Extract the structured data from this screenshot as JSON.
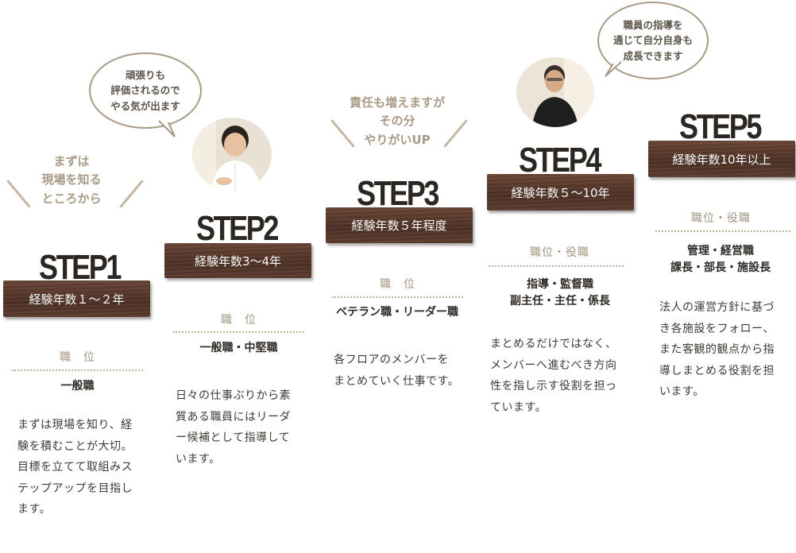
{
  "steps": [
    {
      "title": "STEP1",
      "years": "経験年数１～２年",
      "role_heading": "職　位",
      "roles": [
        "一般職"
      ],
      "desc": [
        "まずは現場を知り、経",
        "験を積むことが大切。",
        "目標を立てて取組みス",
        "テップアップを目指し",
        "ます。"
      ],
      "tag": [
        "まずは",
        "現場を知る",
        "ところから"
      ]
    },
    {
      "title": "STEP2",
      "years": "経験年数3～4年",
      "role_heading": "職　位",
      "roles": [
        "一般職・中堅職"
      ],
      "desc": [
        "日々の仕事ぶりから素",
        "質ある職員にはリーダ",
        "ー候補として指導して",
        "います。"
      ],
      "bubble": [
        "頑張りも",
        "評価されるので",
        "やる気が出ます"
      ]
    },
    {
      "title": "STEP3",
      "years": "経験年数５年程度",
      "role_heading": "職　位",
      "roles": [
        "ベテラン職・リーダー職"
      ],
      "desc": [
        "各フロアのメンバーを",
        "まとめていく仕事です。"
      ],
      "tag": [
        "責任も増えますが",
        "その分",
        "やりがいUP"
      ]
    },
    {
      "title": "STEP4",
      "years": "経験年数５～10年",
      "role_heading": "職位・役職",
      "roles": [
        "指導・監督職",
        "副主任・主任・係長"
      ],
      "desc": [
        "まとめるだけではなく、",
        "メンバーへ進むべき方向",
        "性を指し示す役割を担っ",
        "ています。"
      ],
      "bubble": [
        "職員の指導を",
        "通じて自分自身も",
        "成長できます"
      ]
    },
    {
      "title": "STEP5",
      "years": "経験年数10年以上",
      "role_heading": "職位・役職",
      "roles": [
        "管理・経営職",
        "課長・部長・施設長"
      ],
      "desc": [
        "法人の運営方針に基づ",
        "き各施設をフォロー、",
        "また客観的観点から指",
        "導しまとめる役割を担",
        "います。"
      ]
    }
  ],
  "colors": {
    "plank": "#5a3a2c",
    "accent_text": "#a99a86",
    "dots": "#c2b19d"
  }
}
